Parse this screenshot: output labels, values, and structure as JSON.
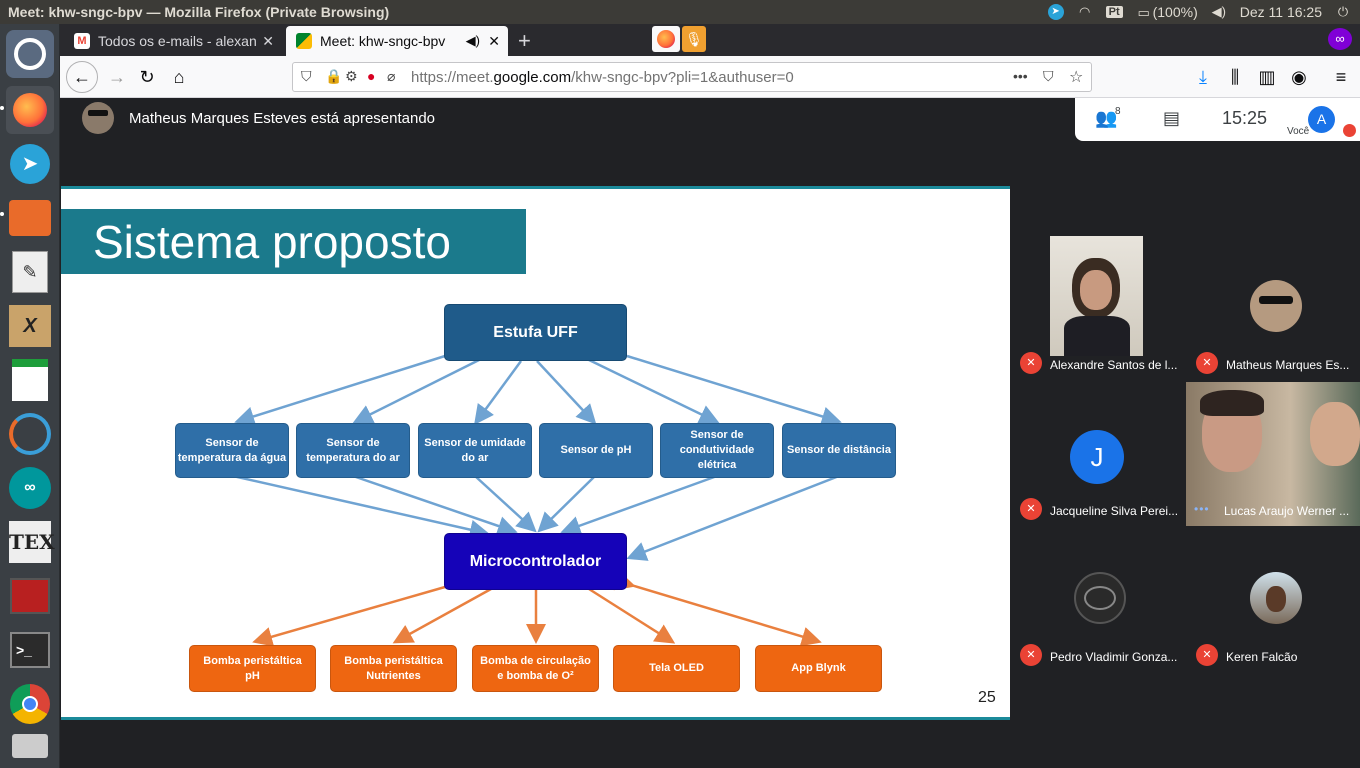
{
  "system_bar": {
    "window_title": "Meet: khw-sngc-bpv — Mozilla Firefox (Private Browsing)",
    "language": "Pt",
    "battery": "(100%)",
    "datetime": "Dez 11  16:25",
    "icons": [
      "telegram-icon",
      "wifi-icon",
      "battery-icon",
      "volume-icon",
      "power-icon"
    ]
  },
  "launcher": {
    "apps": [
      "ubuntu-dash",
      "firefox",
      "telegram",
      "files",
      "text-editor",
      "xfig",
      "libreoffice-calc",
      "krita",
      "arduino",
      "texmaker",
      "workspace-switcher",
      "terminal",
      "chrome",
      "trash"
    ]
  },
  "tabs": [
    {
      "label": "Todos os e-mails - alexan",
      "favicon": "gmail-icon"
    },
    {
      "label": "Meet: khw-sngc-bpv",
      "favicon": "meet-icon"
    }
  ],
  "url": {
    "prefix": "https://meet.",
    "domain": "google.com",
    "path": "/khw-sngc-bpv?pli=1&authuser=0"
  },
  "meet": {
    "presenting_text": "Matheus Marques Esteves está apresentando",
    "people_count": "8",
    "clock": "15:25",
    "you_initial": "A",
    "you_label": "Você"
  },
  "slide": {
    "title": "Sistema proposto",
    "top": "Estufa UFF",
    "sensors": [
      "Sensor de temperatura da água",
      "Sensor de temperatura do ar",
      "Sensor de umidade do ar",
      "Sensor de pH",
      "Sensor de condutividade elétrica",
      "Sensor de distância"
    ],
    "center": "Microcontrolador",
    "outputs": [
      "Bomba peristáltica pH",
      "Bomba peristáltica Nutrientes",
      "Bomba de circulação e bomba de O²",
      "Tela OLED",
      "App Blynk"
    ],
    "page_number": "25",
    "colors": {
      "teal": "#1b7a8c",
      "blue_box": "#2f6fa8",
      "micro": "#1503b8",
      "orange": "#ee6611",
      "arrow_blue": "#6fa3d2",
      "arrow_orange": "#e9803f"
    }
  },
  "participants": [
    {
      "name": "Alexandre Santos de l...",
      "muted": true,
      "kind": "video"
    },
    {
      "name": "Matheus Marques Es...",
      "muted": true,
      "kind": "photo"
    },
    {
      "name": "Jacqueline Silva Perei...",
      "muted": true,
      "kind": "initial",
      "initial": "J"
    },
    {
      "name": "Lucas Araujo Werner ...",
      "muted": false,
      "kind": "video"
    },
    {
      "name": "Pedro Vladimir Gonza...",
      "muted": true,
      "kind": "logo"
    },
    {
      "name": "Keren Falcão",
      "muted": true,
      "kind": "photo"
    }
  ]
}
